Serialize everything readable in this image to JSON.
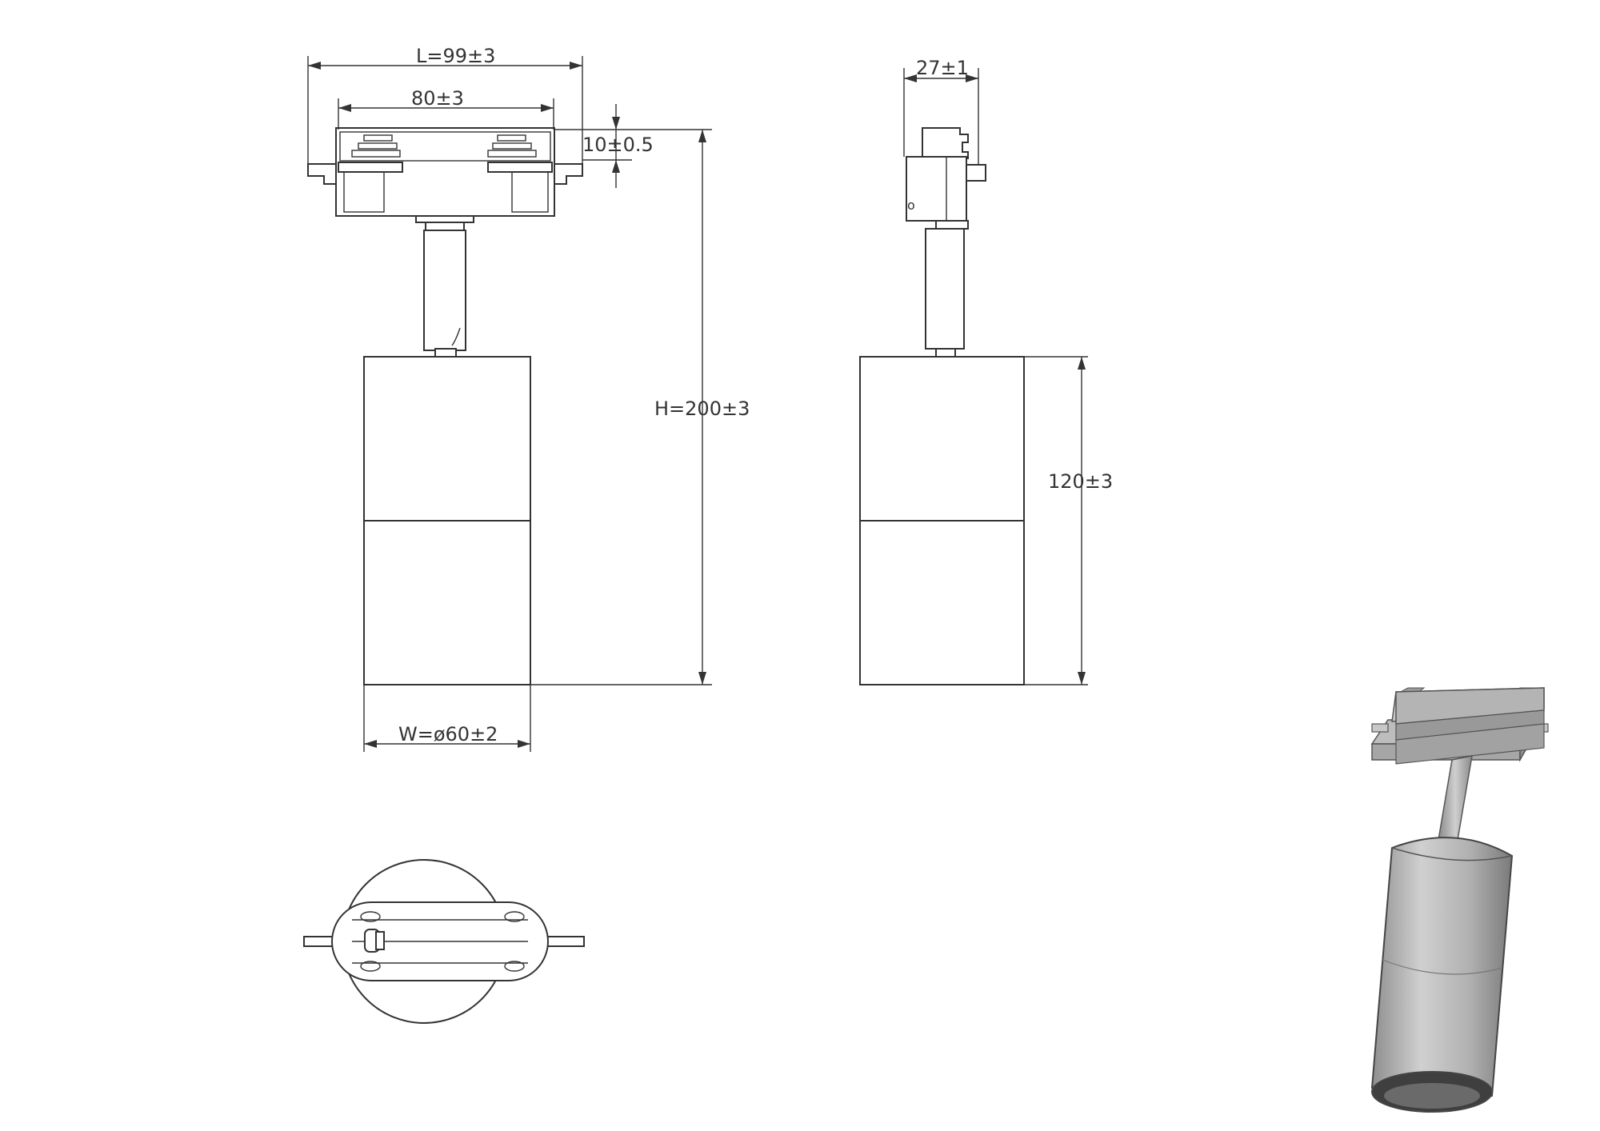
{
  "dimensions": {
    "length": "L=99±3",
    "inner_length": "80±3",
    "adapter_height": "10±0.5",
    "total_height": "H=200±3",
    "width": "W=ø60±2",
    "side_width": "27±1",
    "body_height": "120±3"
  },
  "colors": {
    "line": "#333333",
    "render_light": "#c8c8c8",
    "render_mid": "#a4a4a4",
    "render_dark": "#5a5a5a"
  }
}
